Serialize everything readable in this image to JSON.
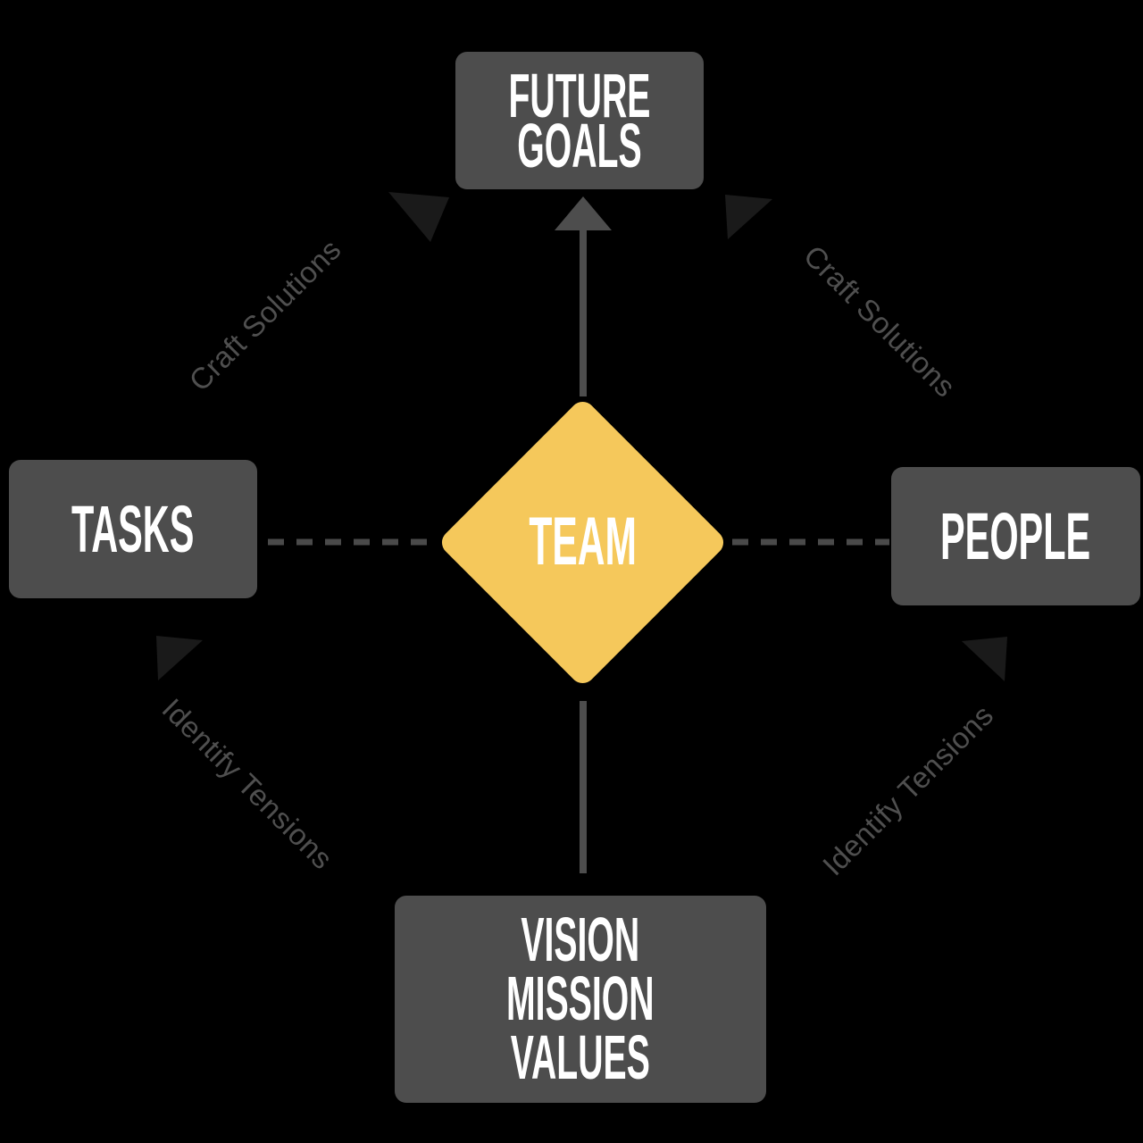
{
  "canvas": {
    "background": "#000000"
  },
  "colors": {
    "node_fill": "#4D4D4D",
    "node_text": "#FFFFFF",
    "diamond_fill": "#F5C85B",
    "connector": "#4D4D4D",
    "dashed_connector": "#4A4A4A",
    "arc_stroke": "#000000",
    "arc_arrowhead": "#1A1A1A",
    "edge_label_text": "#4F4F4F"
  },
  "nodes": {
    "center": {
      "label": "TEAM"
    },
    "top": {
      "label": "FUTURE\nGOALS"
    },
    "left": {
      "label": "TASKS"
    },
    "right": {
      "label": "PEOPLE"
    },
    "bottom": {
      "label": "VISION\nMISSION\nVALUES"
    }
  },
  "edge_labels": {
    "top_left": "Craft Solutions",
    "top_right": "Craft Solutions",
    "bottom_left": "Identify Tensions",
    "bottom_right": "Identify Tensions"
  }
}
